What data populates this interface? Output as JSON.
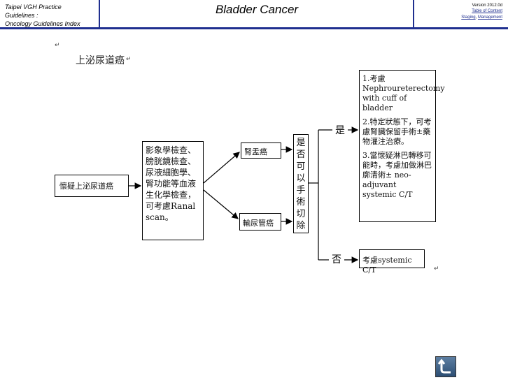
{
  "header": {
    "org_line1": "Taipei VGH Practice",
    "org_line2": "Guidelines :",
    "index_link": "Oncology Guidelines Index",
    "title": "Bladder Cancer",
    "version": "Version 2012.0d",
    "links": {
      "table_of_content": "Table of Content",
      "staging": "Staging",
      "management": "Management"
    }
  },
  "diagram": {
    "heading": "上泌尿道癌",
    "nodes": {
      "suspect": "懷疑上泌尿道癌",
      "exam": "影象學檢查、膀胱鏡檢查、尿液細胞學、腎功能等血液生化學檢查，可考慮Ranal scan。",
      "renal_pelvis": "腎盂癌",
      "ureter": "輸尿管癌",
      "resectable": "是否可以手術切除",
      "yes": "是",
      "no": "否",
      "treatment_yes": [
        "1.考慮Nephroureterectomy with cuff of bladder",
        "2.特定狀態下，可考慮腎臟保留手術±藥物灌注治療。",
        "3.當懷疑淋巴轉移可能時，考慮加做淋巴廓清術± neo-adjuvant systemic C/T"
      ],
      "treatment_no": "考慮systemic C/T"
    }
  },
  "nav": {
    "home_icon": "return-icon"
  }
}
